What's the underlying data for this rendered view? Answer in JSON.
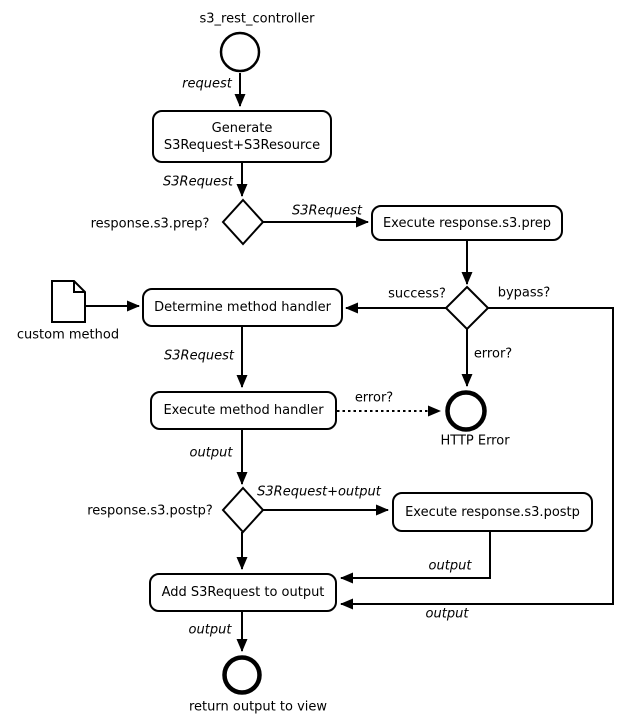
{
  "diagram": {
    "title": "s3_rest_controller",
    "nodes": {
      "generate_line1": "Generate",
      "generate_line2": "S3Request+S3Resource",
      "execute_prep": "Execute response.s3.prep",
      "determine_handler": "Determine method handler",
      "execute_handler": "Execute method handler",
      "execute_postp": "Execute response.s3.postp",
      "add_output": "Add S3Request to output",
      "http_error_label": "HTTP Error",
      "custom_method_label": "custom method",
      "end_label": "return output to view"
    },
    "edge_labels": {
      "request": "request",
      "s3request_from_generate": "S3Request",
      "prep_condition": "response.s3.prep?",
      "s3request_to_prep": "S3Request",
      "success": "success?",
      "bypass": "bypass?",
      "error_to_http": "error?",
      "s3request_to_handler": "S3Request",
      "handler_error": "error?",
      "output_from_handler": "output",
      "postp_condition": "response.s3.postp?",
      "s3request_plus_output": "S3Request+output",
      "output_from_postp": "output",
      "output_bypass": "output",
      "output_to_end": "output"
    },
    "colors": {
      "stroke": "#000000",
      "background": "#ffffff"
    }
  }
}
